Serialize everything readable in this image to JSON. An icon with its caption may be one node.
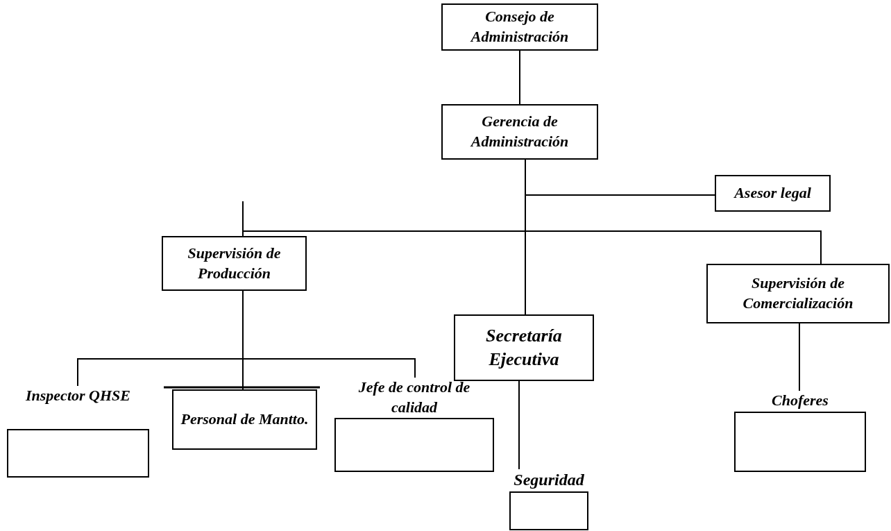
{
  "diagram": {
    "nodes": [
      {
        "text": [
          "Consejo de Administración"
        ]
      },
      {
        "text": [
          "Gerencia de Administración"
        ]
      },
      {
        "text": [
          "Asesor legal"
        ]
      },
      {
        "text": [
          "Supervisión  de Producción"
        ]
      },
      {
        "text": [
          "Supervisión de Comercialización"
        ]
      },
      {
        "text": [
          "Secretaría Ejecutiva"
        ]
      },
      {
        "text": [
          "Inspector QHSE"
        ]
      },
      {
        "text": [
          "Personal de Mantto."
        ]
      },
      {
        "text": [
          "Jefe de control de calidad"
        ]
      },
      {
        "text": [
          "Choferes"
        ]
      },
      {
        "text": [
          "Seguridad"
        ]
      }
    ],
    "edges": [
      {
        "from": 0,
        "to": 1,
        "arrow": "none"
      },
      {
        "from": 1,
        "to": 2,
        "arrow": "none"
      },
      {
        "from": 1,
        "to": 3,
        "arrow": "none"
      },
      {
        "from": 1,
        "to": 5,
        "arrow": "none"
      },
      {
        "from": 1,
        "to": 4,
        "arrow": "none"
      },
      {
        "from": 3,
        "to": 6,
        "arrow": "none"
      },
      {
        "from": 3,
        "to": 7,
        "arrow": "none"
      },
      {
        "from": 3,
        "to": 8,
        "arrow": "none"
      },
      {
        "from": 5,
        "to": 10,
        "arrow": "none"
      },
      {
        "from": 4,
        "to": 9,
        "arrow": "none"
      }
    ]
  }
}
